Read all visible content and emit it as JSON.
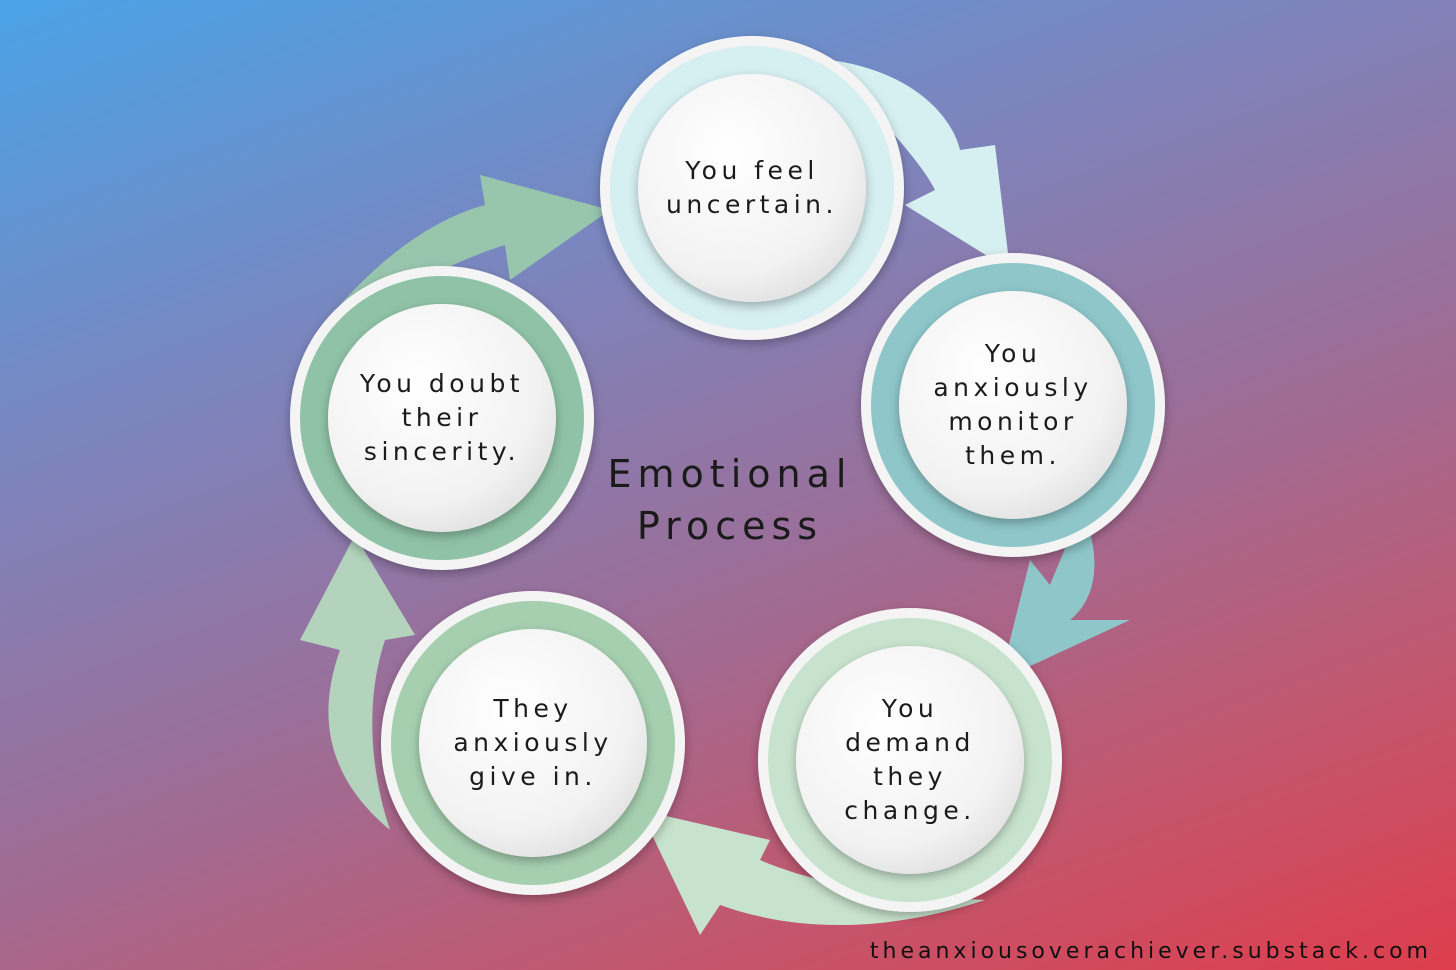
{
  "center_title": "Emotional\nProcess",
  "footer_url": "theanxiousoverachiever.substack.com",
  "nodes": [
    {
      "label": "You feel\nuncertain.",
      "ring_color": "#d6eff1"
    },
    {
      "label": "You\nanxiously\nmonitor\nthem.",
      "ring_color": "#8ec6c9"
    },
    {
      "label": "You\ndemand\nthey\nchange.",
      "ring_color": "#c8e3cd"
    },
    {
      "label": "They\nanxiously\ngive in.",
      "ring_color": "#a6cfb0"
    },
    {
      "label": "You doubt\ntheir\nsincerity.",
      "ring_color": "#8fc2a6"
    }
  ],
  "arrows": [
    {
      "from": "You feel uncertain.",
      "to": "You anxiously monitor them.",
      "color": "#d6eff1"
    },
    {
      "from": "You anxiously monitor them.",
      "to": "You demand they change.",
      "color": "#8ec6c9"
    },
    {
      "from": "You demand they change.",
      "to": "They anxiously give in.",
      "color": "#c8e3cd"
    },
    {
      "from": "They anxiously give in.",
      "to": "You doubt their sincerity.",
      "color": "#b3d3bd"
    },
    {
      "from": "You doubt their sincerity.",
      "to": "You feel uncertain.",
      "color": "#98c6ad"
    }
  ]
}
